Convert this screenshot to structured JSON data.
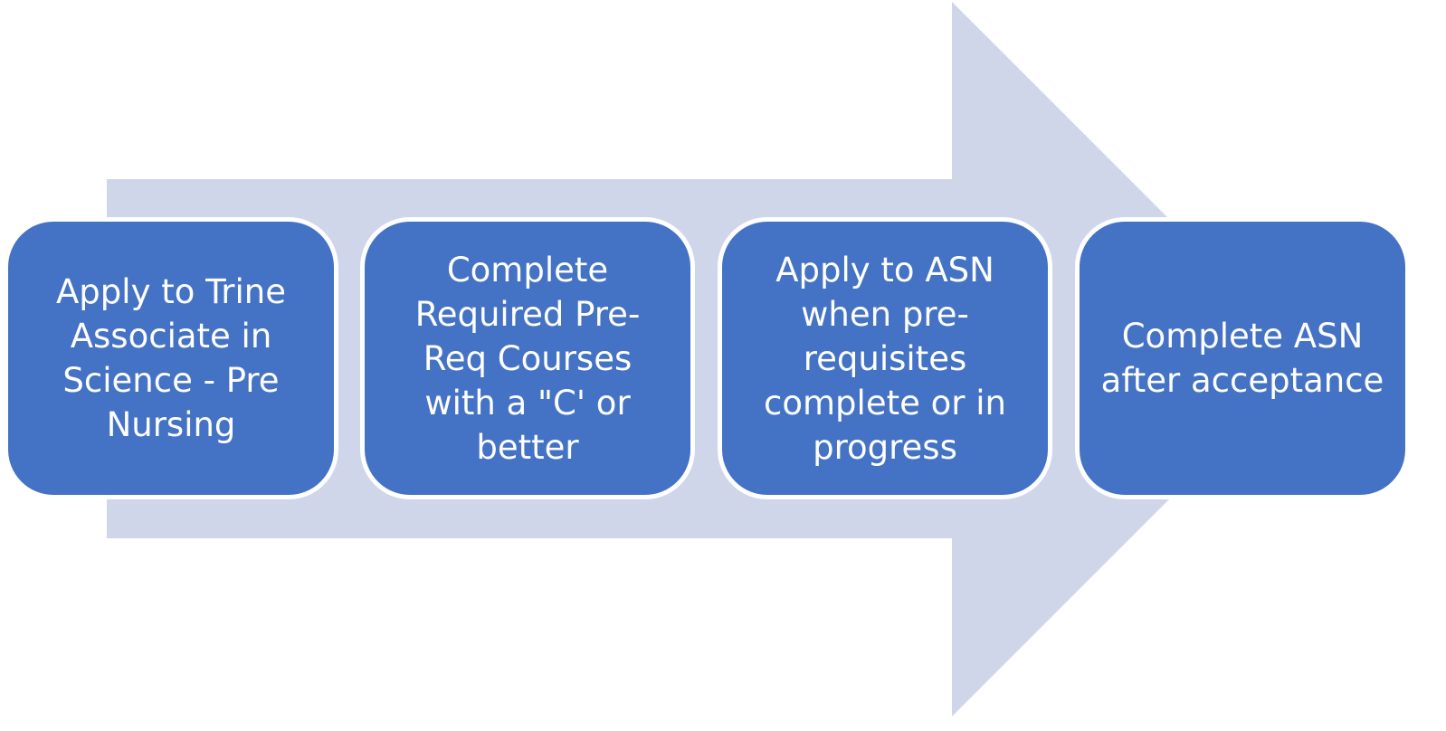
{
  "colors": {
    "arrow": "#d0d6ea",
    "step_fill": "#4472c4",
    "step_border": "#ffffff",
    "step_text": "#ffffff"
  },
  "steps": [
    {
      "label": "Apply to Trine Associate in Science - Pre Nursing"
    },
    {
      "label": "Complete Required Pre-Req Courses with a \"C' or better"
    },
    {
      "label": "Apply to ASN when pre-requisites complete or in progress"
    },
    {
      "label": "Complete ASN after acceptance"
    }
  ]
}
